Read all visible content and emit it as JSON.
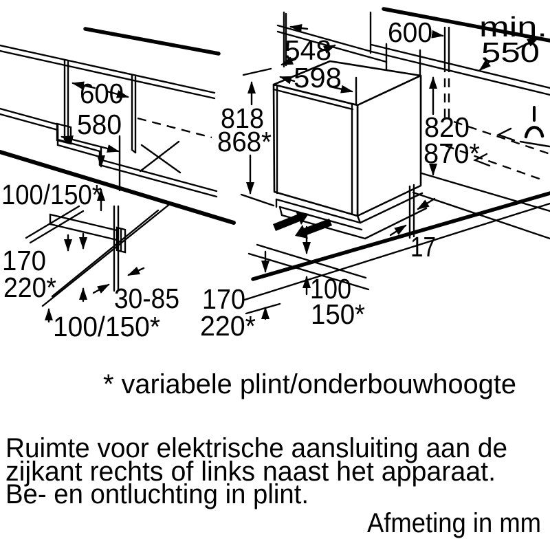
{
  "page": {
    "background": "#ffffff",
    "line_color": "#000000"
  },
  "diagram": {
    "left_view": {
      "niche_width": "600",
      "niche_depth": "580",
      "plinth_height_top": "100/150*",
      "clearance_min": "170",
      "clearance_max": "220*",
      "plinth_recess_range": "30-85",
      "plinth_height_bottom": "100/150*"
    },
    "appliance_view": {
      "appliance_depth": "548",
      "appliance_width": "598",
      "appliance_height_min": "818",
      "appliance_height_max": "868*",
      "niche_width": "600",
      "counter_depth_prefix": "min.",
      "counter_depth_value": "550",
      "niche_height_min": "820",
      "niche_height_max": "870*",
      "plinth_gap": "17",
      "clearance_min": "170",
      "clearance_max": "220*",
      "floor_gap_min": "100",
      "floor_gap_max": "150*"
    },
    "icons": {
      "plug": "power-plug-icon",
      "airflow_in": "airflow-arrow-in-icon",
      "airflow_out": "airflow-arrow-out-icon"
    }
  },
  "notes": {
    "footnote": "* variabele plint/onderbouwhoogte",
    "body_line1": "Ruimte voor elektrische aansluiting aan de",
    "body_line2": "zijkant rechts of links naast het apparaat.",
    "body_line3": "Be- en ontluchting in plint.",
    "units": "Afmeting in mm"
  }
}
